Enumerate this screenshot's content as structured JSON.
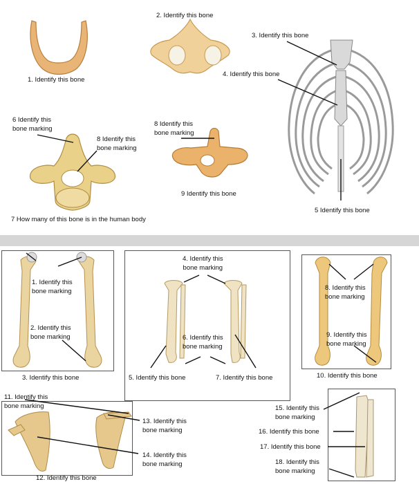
{
  "top": {
    "q1": "1. Identify this bone",
    "q2": "2. Identify this bone",
    "q3": "3. Identify this bone",
    "q4": "4. Identify this bone",
    "q5": "5 Identify this bone",
    "q6": [
      "6 Identify this",
      "bone marking"
    ],
    "q8a": [
      "8 Identify this",
      "bone marking"
    ],
    "q8b": [
      "8 Identify this",
      "bone marking"
    ],
    "q9": "9 Identify this bone",
    "q7": "7 How many of this bone is in the human body"
  },
  "bottom": {
    "femur": {
      "q1": [
        "1. Identify this",
        "bone marking"
      ],
      "q2": [
        "2. Identify this",
        "bone marking"
      ],
      "q3": "3. Identify this bone"
    },
    "tibia": {
      "q4": [
        "4. Identify this",
        "bone marking"
      ],
      "q5": "5. Identify this bone",
      "q6": [
        "6. Identify this",
        "bone marking"
      ],
      "q7": "7. Identify this bone"
    },
    "humerus": {
      "q8": [
        "8. Identify this",
        "bone marking"
      ],
      "q9": [
        "9. Identify this",
        "bone marking"
      ],
      "q10": "10. Identify this bone"
    },
    "scapula": {
      "q11": [
        "11. Identify this",
        "bone marking"
      ],
      "q12": "12. Identify this bone",
      "q13": [
        "13. Identify this",
        "bone marking"
      ],
      "q14": [
        "14. Identify this",
        "bone marking"
      ]
    },
    "forearm": {
      "q15": [
        "15. Identify this",
        "bone marking"
      ],
      "q16": "16. Identify this bone",
      "q17": "17. Identify this bone",
      "q18": [
        "18. Identify this",
        "bone marking"
      ]
    }
  },
  "colors": {
    "bone": "#e9c98e",
    "bone_dark": "#c79a52",
    "ribcage": "#cfcfcf",
    "divider": "#d6d6d6"
  }
}
